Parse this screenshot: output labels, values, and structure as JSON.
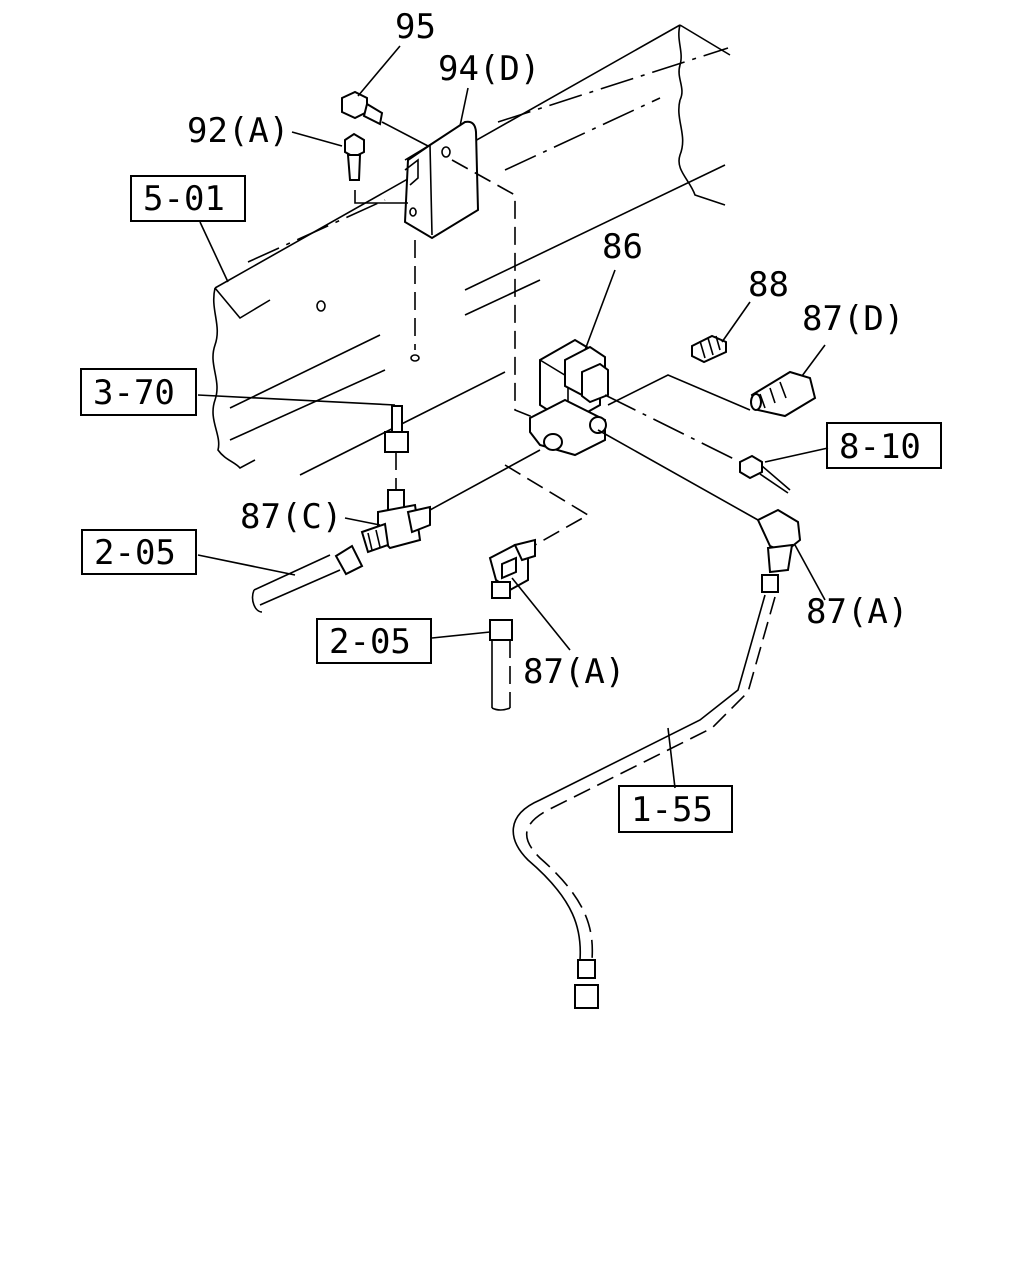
{
  "callouts": {
    "p95": "95",
    "p94d": "94(D)",
    "p92a": "92(A)",
    "p86": "86",
    "p88": "88",
    "p87d": "87(D)",
    "p87c": "87(C)",
    "p87a_left": "87(A)",
    "p87a_right": "87(A)"
  },
  "references": {
    "r501": "5-01",
    "r370": "3-70",
    "r810": "8-10",
    "r205_left": "2-05",
    "r205_bottom": "2-05",
    "r155": "1-55"
  }
}
